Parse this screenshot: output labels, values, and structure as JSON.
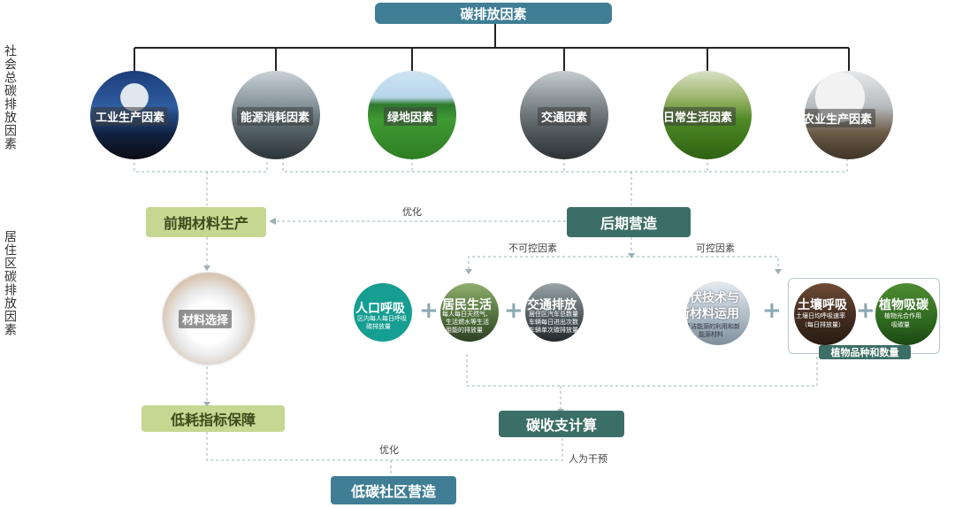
{
  "title": "碳排放因素",
  "left_labels": {
    "top": "社会总碳排放因素",
    "bottom": "居住区碳排放因素"
  },
  "factors": [
    {
      "label": "工业生产因素",
      "icon": "factory-image"
    },
    {
      "label": "能源消耗因素",
      "icon": "power-plant-image"
    },
    {
      "label": "绿地因素",
      "icon": "grassland-image"
    },
    {
      "label": "交通因素",
      "icon": "traffic-image"
    },
    {
      "label": "日常生活因素",
      "icon": "lawn-image"
    },
    {
      "label": "农业生产因素",
      "icon": "farmland-image"
    }
  ],
  "flow": {
    "early": "前期材料生产",
    "late": "后期营造",
    "optimize_top": "优化",
    "uncontrollable": "不可控因素",
    "controllable": "可控因素",
    "material": "材料选择",
    "low_consume": "低耗指标保障",
    "carbon_calc": "碳收支计算",
    "optimize_bottom": "优化",
    "human": "人为干预",
    "final": "低碳社区营造"
  },
  "uncontrol_items": [
    {
      "title": "人口呼吸",
      "desc": [
        "区内每人每日呼吸",
        "碳排放量"
      ]
    },
    {
      "title": "居民生活",
      "desc": [
        "每人每日天然气、",
        "生活燃水等生活",
        "用能的排放量"
      ]
    },
    {
      "title": "交通排放",
      "desc": [
        "居住区汽车总数量",
        "车辆每日进出次数",
        "车辆单次碳排放量"
      ]
    }
  ],
  "control_items": [
    {
      "title": "光伏技术与新材料运用",
      "title_lines": [
        "光伏技术与",
        "新材料运用"
      ],
      "desc": [
        "清洁能源的利用和新",
        "能源材料"
      ]
    },
    {
      "title": "土壤呼吸",
      "desc": [
        "土壤日均呼吸速率",
        "（每日排放量）"
      ]
    },
    {
      "title": "植物吸碳",
      "desc": [
        "植物光合作用",
        "吸碳量"
      ]
    }
  ],
  "plant_caption": "植物品种和数量",
  "colors": {
    "blue": "#3f7e94",
    "green": "#c6d791",
    "teal": "#3b6e66",
    "border": "#c9dde3"
  }
}
